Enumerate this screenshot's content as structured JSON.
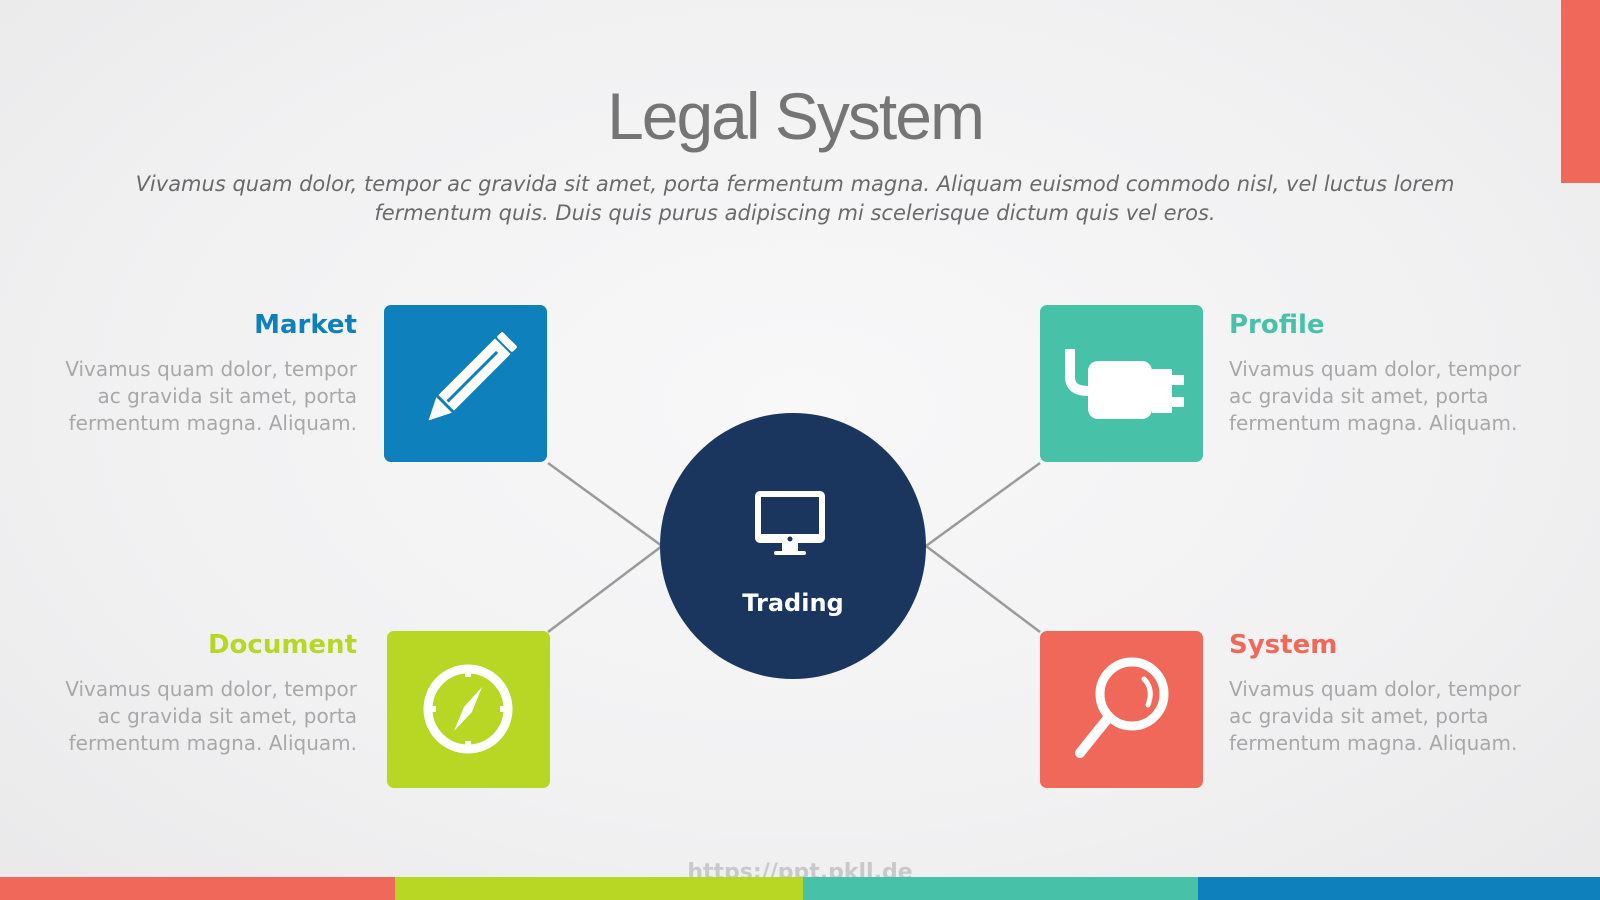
{
  "slide": {
    "title": "Legal System",
    "subtitle": "Vivamus quam dolor, tempor ac gravida sit amet, porta fermentum magna. Aliquam euismod commodo nisl, vel luctus lorem fermentum quis. Duis quis purus adipiscing mi scelerisque dictum quis vel eros.",
    "url": "https://ppt.pkll.de"
  },
  "hub": {
    "label": "Trading",
    "icon": "monitor-icon",
    "color": "#1a365e"
  },
  "nodes": [
    {
      "id": "market",
      "title": "Market",
      "text": "Vivamus quam dolor, tempor ac gravida sit amet, porta fermentum magna. Aliquam.",
      "color": "#0e80bb",
      "icon": "pencil-icon"
    },
    {
      "id": "profile",
      "title": "Profile",
      "text": "Vivamus quam dolor, tempor ac gravida sit amet, porta fermentum magna. Aliquam.",
      "color": "#47c1a8",
      "icon": "plug-icon"
    },
    {
      "id": "document",
      "title": "Document",
      "text": "Vivamus quam dolor, tempor ac gravida sit amet, porta fermentum magna. Aliquam.",
      "color": "#b8d624",
      "icon": "compass-icon"
    },
    {
      "id": "system",
      "title": "System",
      "text": "Vivamus quam dolor, tempor ac gravida sit amet, porta fermentum magna. Aliquam.",
      "color": "#f0685a",
      "icon": "magnifier-icon"
    }
  ],
  "colors": {
    "accent_red": "#f0685a",
    "accent_green": "#b8d624",
    "accent_teal": "#47c1a8",
    "accent_blue": "#0e80bb",
    "connector": "#9a9a9a"
  }
}
